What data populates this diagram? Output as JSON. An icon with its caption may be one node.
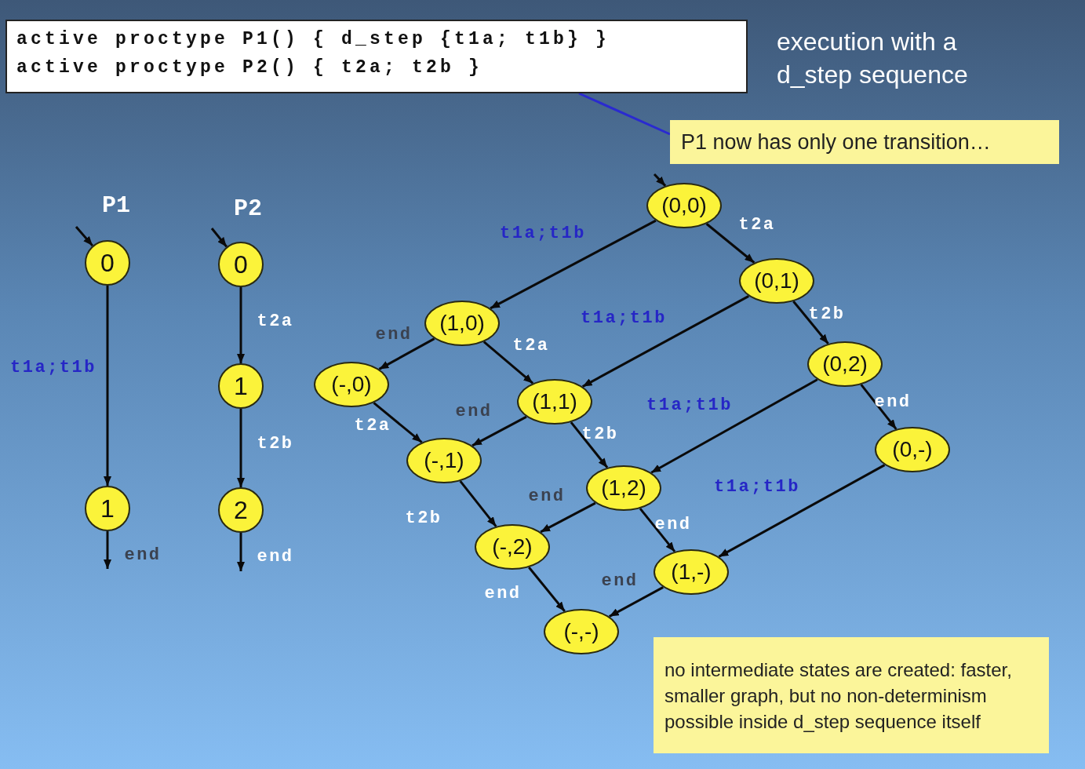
{
  "diagram": {
    "title": "execution with a d_step sequence",
    "nodes": [
      {
        "text": [
          "active proctype P1() { d_step {t1a; t1b} }",
          "active proctype P2() { t2a; t2b }"
        ]
      },
      {
        "text": [
          "P1 now has only one transition…"
        ]
      },
      {
        "text": [
          "no intermediate states are created: faster, smaller graph, but no non-determinism possible inside d_step sequence itself"
        ]
      },
      {
        "text": [
          "0"
        ]
      },
      {
        "text": [
          "1"
        ]
      },
      {
        "text": [
          "0"
        ]
      },
      {
        "text": [
          "1"
        ]
      },
      {
        "text": [
          "2"
        ]
      },
      {
        "text": [
          "(0,0)"
        ]
      },
      {
        "text": [
          "(0,1)"
        ]
      },
      {
        "text": [
          "(1,0)"
        ]
      },
      {
        "text": [
          "(0,2)"
        ]
      },
      {
        "text": [
          "(-,0)"
        ]
      },
      {
        "text": [
          "(1,1)"
        ]
      },
      {
        "text": [
          "(0,-)"
        ]
      },
      {
        "text": [
          "(-,1)"
        ]
      },
      {
        "text": [
          "(1,2)"
        ]
      },
      {
        "text": [
          "(-,2)"
        ]
      },
      {
        "text": [
          "(1,-)"
        ]
      },
      {
        "text": [
          "(-,-)"
        ]
      }
    ],
    "edges": [
      {
        "from": 1,
        "to": 0,
        "arrow": "none",
        "color": "#2a2ad0"
      },
      {
        "from": null,
        "to": 3,
        "arrow": "to"
      },
      {
        "from": 3,
        "to": 4,
        "arrow": "to",
        "label": "t1a;t1b"
      },
      {
        "from": 4,
        "to": null,
        "arrow": "to",
        "label": "end"
      },
      {
        "from": null,
        "to": 5,
        "arrow": "to"
      },
      {
        "from": 5,
        "to": 6,
        "arrow": "to",
        "label": "t2a"
      },
      {
        "from": 6,
        "to": 7,
        "arrow": "to",
        "label": "t2b"
      },
      {
        "from": 7,
        "to": null,
        "arrow": "to",
        "label": "end"
      },
      {
        "from": null,
        "to": 8,
        "arrow": "to"
      },
      {
        "from": 8,
        "to": 10,
        "arrow": "to",
        "label": "t1a;t1b"
      },
      {
        "from": 8,
        "to": 9,
        "arrow": "to",
        "label": "t2a"
      },
      {
        "from": 9,
        "to": 13,
        "arrow": "to",
        "label": "t1a;t1b"
      },
      {
        "from": 9,
        "to": 11,
        "arrow": "to",
        "label": "t2b"
      },
      {
        "from": 10,
        "to": 12,
        "arrow": "to",
        "label": "end"
      },
      {
        "from": 10,
        "to": 13,
        "arrow": "to",
        "label": "t2a"
      },
      {
        "from": 11,
        "to": 16,
        "arrow": "to",
        "label": "t1a;t1b"
      },
      {
        "from": 11,
        "to": 14,
        "arrow": "to",
        "label": "end"
      },
      {
        "from": 12,
        "to": 15,
        "arrow": "to",
        "label": "t2a"
      },
      {
        "from": 13,
        "to": 15,
        "arrow": "to",
        "label": "end"
      },
      {
        "from": 13,
        "to": 16,
        "arrow": "to",
        "label": "t2b"
      },
      {
        "from": 14,
        "to": 18,
        "arrow": "to",
        "label": "t1a;t1b"
      },
      {
        "from": 15,
        "to": 17,
        "arrow": "to",
        "label": "t2b"
      },
      {
        "from": 16,
        "to": 17,
        "arrow": "to",
        "label": "end"
      },
      {
        "from": 16,
        "to": 18,
        "arrow": "to",
        "label": "end"
      },
      {
        "from": 17,
        "to": 19,
        "arrow": "to",
        "label": "end"
      },
      {
        "from": 18,
        "to": 19,
        "arrow": "to",
        "label": "end"
      }
    ],
    "labels": [
      "P1",
      "P2"
    ]
  }
}
